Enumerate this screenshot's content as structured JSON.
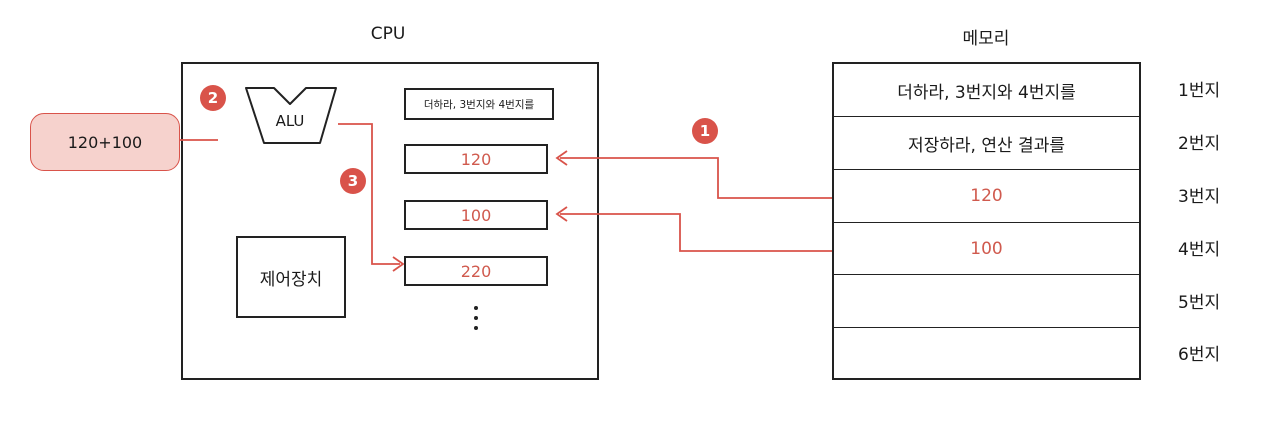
{
  "cpu": {
    "title": "CPU",
    "alu_label": "ALU",
    "control_unit": "제어장치",
    "registers": [
      "더하라, 3번지와 4번지를",
      "120",
      "100",
      "220"
    ],
    "bubble": "120+100"
  },
  "memory": {
    "title": "메모리",
    "cells": [
      "더하라, 3번지와 4번지를",
      "저장하라, 연산 결과를",
      "120",
      "100",
      "",
      ""
    ],
    "addresses": [
      "1번지",
      "2번지",
      "3번지",
      "4번지",
      "5번지",
      "6번지"
    ]
  },
  "steps": [
    "1",
    "2",
    "3"
  ],
  "colors": {
    "accent": "#d9534a",
    "line": "#222222"
  }
}
